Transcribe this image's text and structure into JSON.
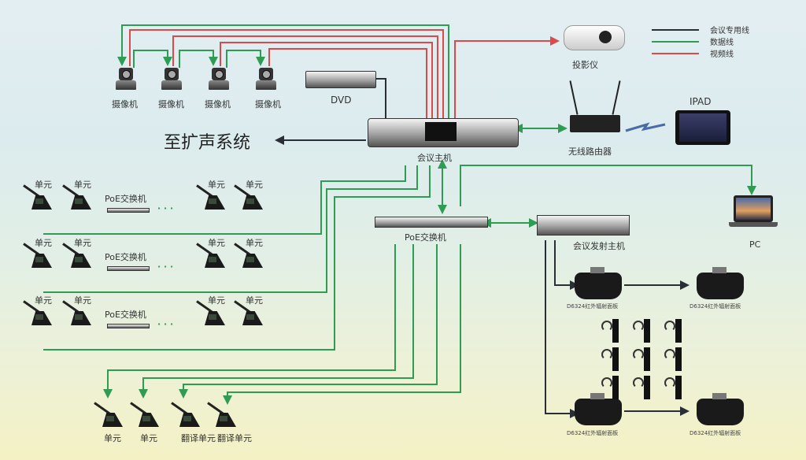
{
  "colors": {
    "conference_line": "#2a2f36",
    "data_line": "#2e9c52",
    "video_line": "#d94b4b"
  },
  "legend": [
    {
      "label": "会议专用线",
      "color_key": "conference_line"
    },
    {
      "label": "数据线",
      "color_key": "data_line"
    },
    {
      "label": "视频线",
      "color_key": "video_line"
    }
  ],
  "devices": {
    "cameras": [
      "摄像机",
      "摄像机",
      "摄像机",
      "摄像机"
    ],
    "dvd": "DVD",
    "projector": "投影仪",
    "conference_host": "会议主机",
    "router": "无线路由器",
    "ipad": "IPAD",
    "pc": "PC",
    "poe_switch_main": "PoE交换机",
    "transmitter_host": "会议发射主机",
    "speaker_system": "至扩声系统",
    "ir_panels": [
      "D6324红外辐射面板",
      "D6324红外辐射面板",
      "D6324红外辐射面板",
      "D6324红外辐射面板"
    ],
    "unit_rows": [
      {
        "units": [
          "单元",
          "单元",
          "单元",
          "单元"
        ],
        "switch": "PoE交换机"
      },
      {
        "units": [
          "单元",
          "单元",
          "单元",
          "单元"
        ],
        "switch": "PoE交换机"
      },
      {
        "units": [
          "单元",
          "单元",
          "单元",
          "单元"
        ],
        "switch": "PoE交换机"
      }
    ],
    "bottom_units": [
      "单元",
      "单元",
      "翻译单元",
      "翻译单元"
    ],
    "receiver_count": 9
  }
}
